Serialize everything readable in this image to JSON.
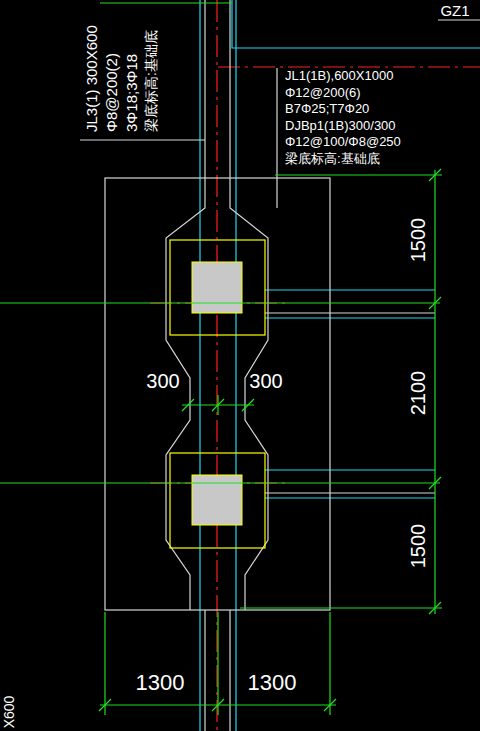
{
  "diagram": {
    "labels": [
      "GZ1",
      "JL3(1) 300X600",
      "Φ8@200(2)",
      "3Φ18;3Φ18",
      "梁底标高:基础底",
      "JL1(1B),600X1000",
      "Φ12@200(6)",
      "B7Φ25;T7Φ20",
      "DJBp1(1B)300/300",
      "Φ12@100/Φ8@250",
      "梁底标高:基础底",
      "1500",
      "2100",
      "1500",
      "300",
      "300",
      "1300",
      "1300",
      "X600"
    ]
  }
}
